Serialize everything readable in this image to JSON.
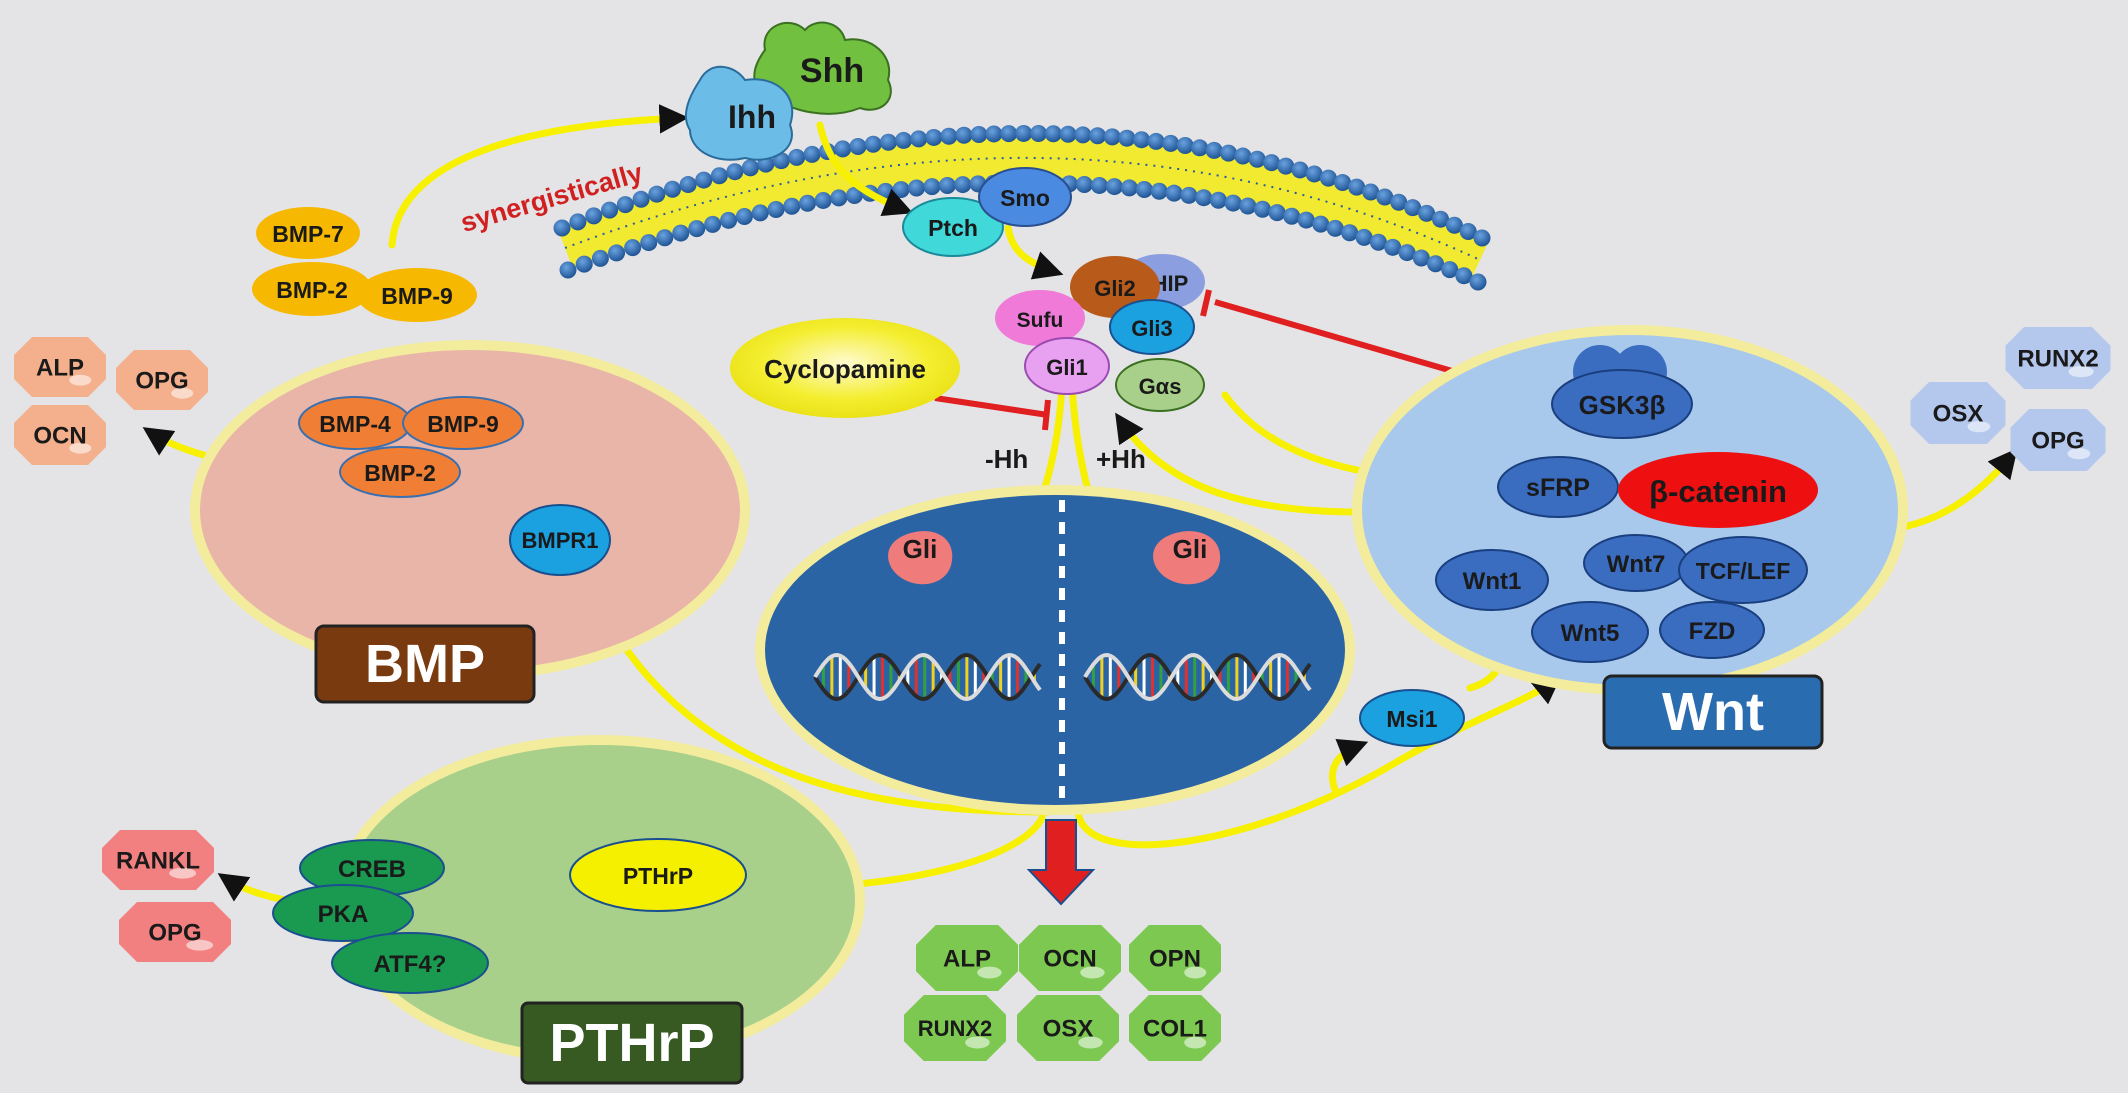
{
  "ligands": {
    "shh": "Shh",
    "ihh": "Ihh"
  },
  "synergy_label": "synergistically",
  "membrane": {
    "ptch": "Ptch",
    "smo": "Smo"
  },
  "complex": {
    "gli2": "Gli2",
    "hhip": "HHIP",
    "sufu": "Sufu",
    "gli3": "Gli3",
    "gli1": "Gli1",
    "gas": "Gαs"
  },
  "cyclopamine": "Cyclopamine",
  "hh_state": {
    "minus": "-Hh",
    "plus": "+Hh"
  },
  "nucleus": {
    "gli_left": "Gli",
    "gli_right": "Gli"
  },
  "bmp_ligands": {
    "bmp7": "BMP-7",
    "bmp2": "BMP-2",
    "bmp9": "BMP-9"
  },
  "bmp_cell": {
    "title": "BMP",
    "bmp4": "BMP-4",
    "bmp9": "BMP-9",
    "bmp2": "BMP-2",
    "receptor": "BMPR1",
    "outputs": [
      "ALP",
      "OPG",
      "OCN"
    ]
  },
  "wnt_cell": {
    "title": "Wnt",
    "gsk": "GSK3β",
    "sfrp": "sFRP",
    "bcat": "β-catenin",
    "wnt1": "Wnt1",
    "wnt7": "Wnt7",
    "tcf": "TCF/LEF",
    "wnt5": "Wnt5",
    "fzd": "FZD",
    "msi1": "Msi1",
    "outputs": [
      "RUNX2",
      "OSX",
      "OPG"
    ]
  },
  "pthrp_cell": {
    "title": "PTHrP",
    "pthrp": "PTHrP",
    "creb": "CREB",
    "pka": "PKA",
    "atf4": "ATF4?",
    "outputs": [
      "RANKL",
      "OPG"
    ]
  },
  "markers": [
    "ALP",
    "OCN",
    "OPN",
    "RUNX2",
    "OSX",
    "COL1"
  ],
  "colors": {
    "background": "#e4e4e6",
    "bmp_cell": "#e8b5a8",
    "bmp_title": "#7a3a10",
    "wnt_cell": "#a8c8ec",
    "wnt_title": "#2a6cb0",
    "pthrp_cell": "#a8d08a",
    "pthrp_title": "#365a22",
    "nucleus": "#2b64a5",
    "arrow": "#f7f000",
    "inhibit": "#e02020"
  }
}
